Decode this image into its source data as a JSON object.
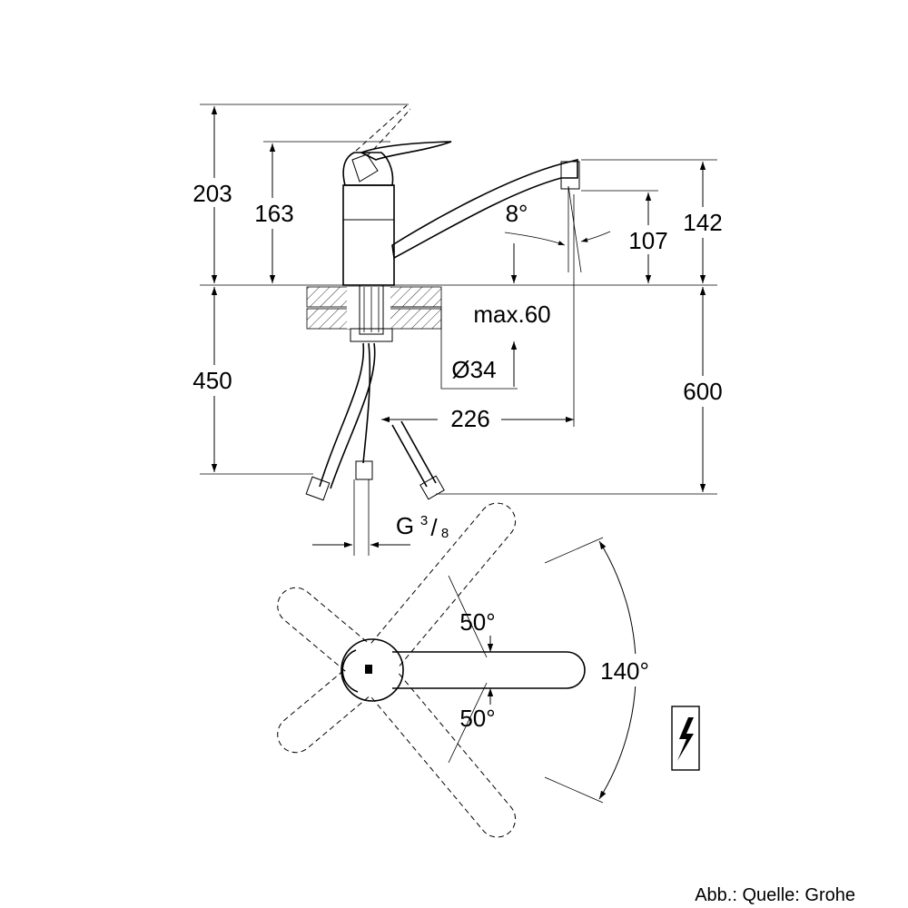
{
  "side_view": {
    "dim_total_height": "203",
    "dim_body_height": "163",
    "dim_spout_height": "142",
    "dim_outlet_height": "107",
    "dim_spout_angle": "8°",
    "dim_countertop": "max.60",
    "dim_hole_diameter": "Ø34",
    "dim_reach": "226",
    "dim_hose_length_left": "450",
    "dim_hose_length_right": "600",
    "thread": {
      "letter": "G",
      "numerator": "3",
      "slash": "/",
      "denominator": "8"
    }
  },
  "top_view": {
    "angle_upper": "50°",
    "angle_lower": "50°",
    "angle_total": "140°"
  },
  "credit": "Abb.: Quelle: Grohe"
}
